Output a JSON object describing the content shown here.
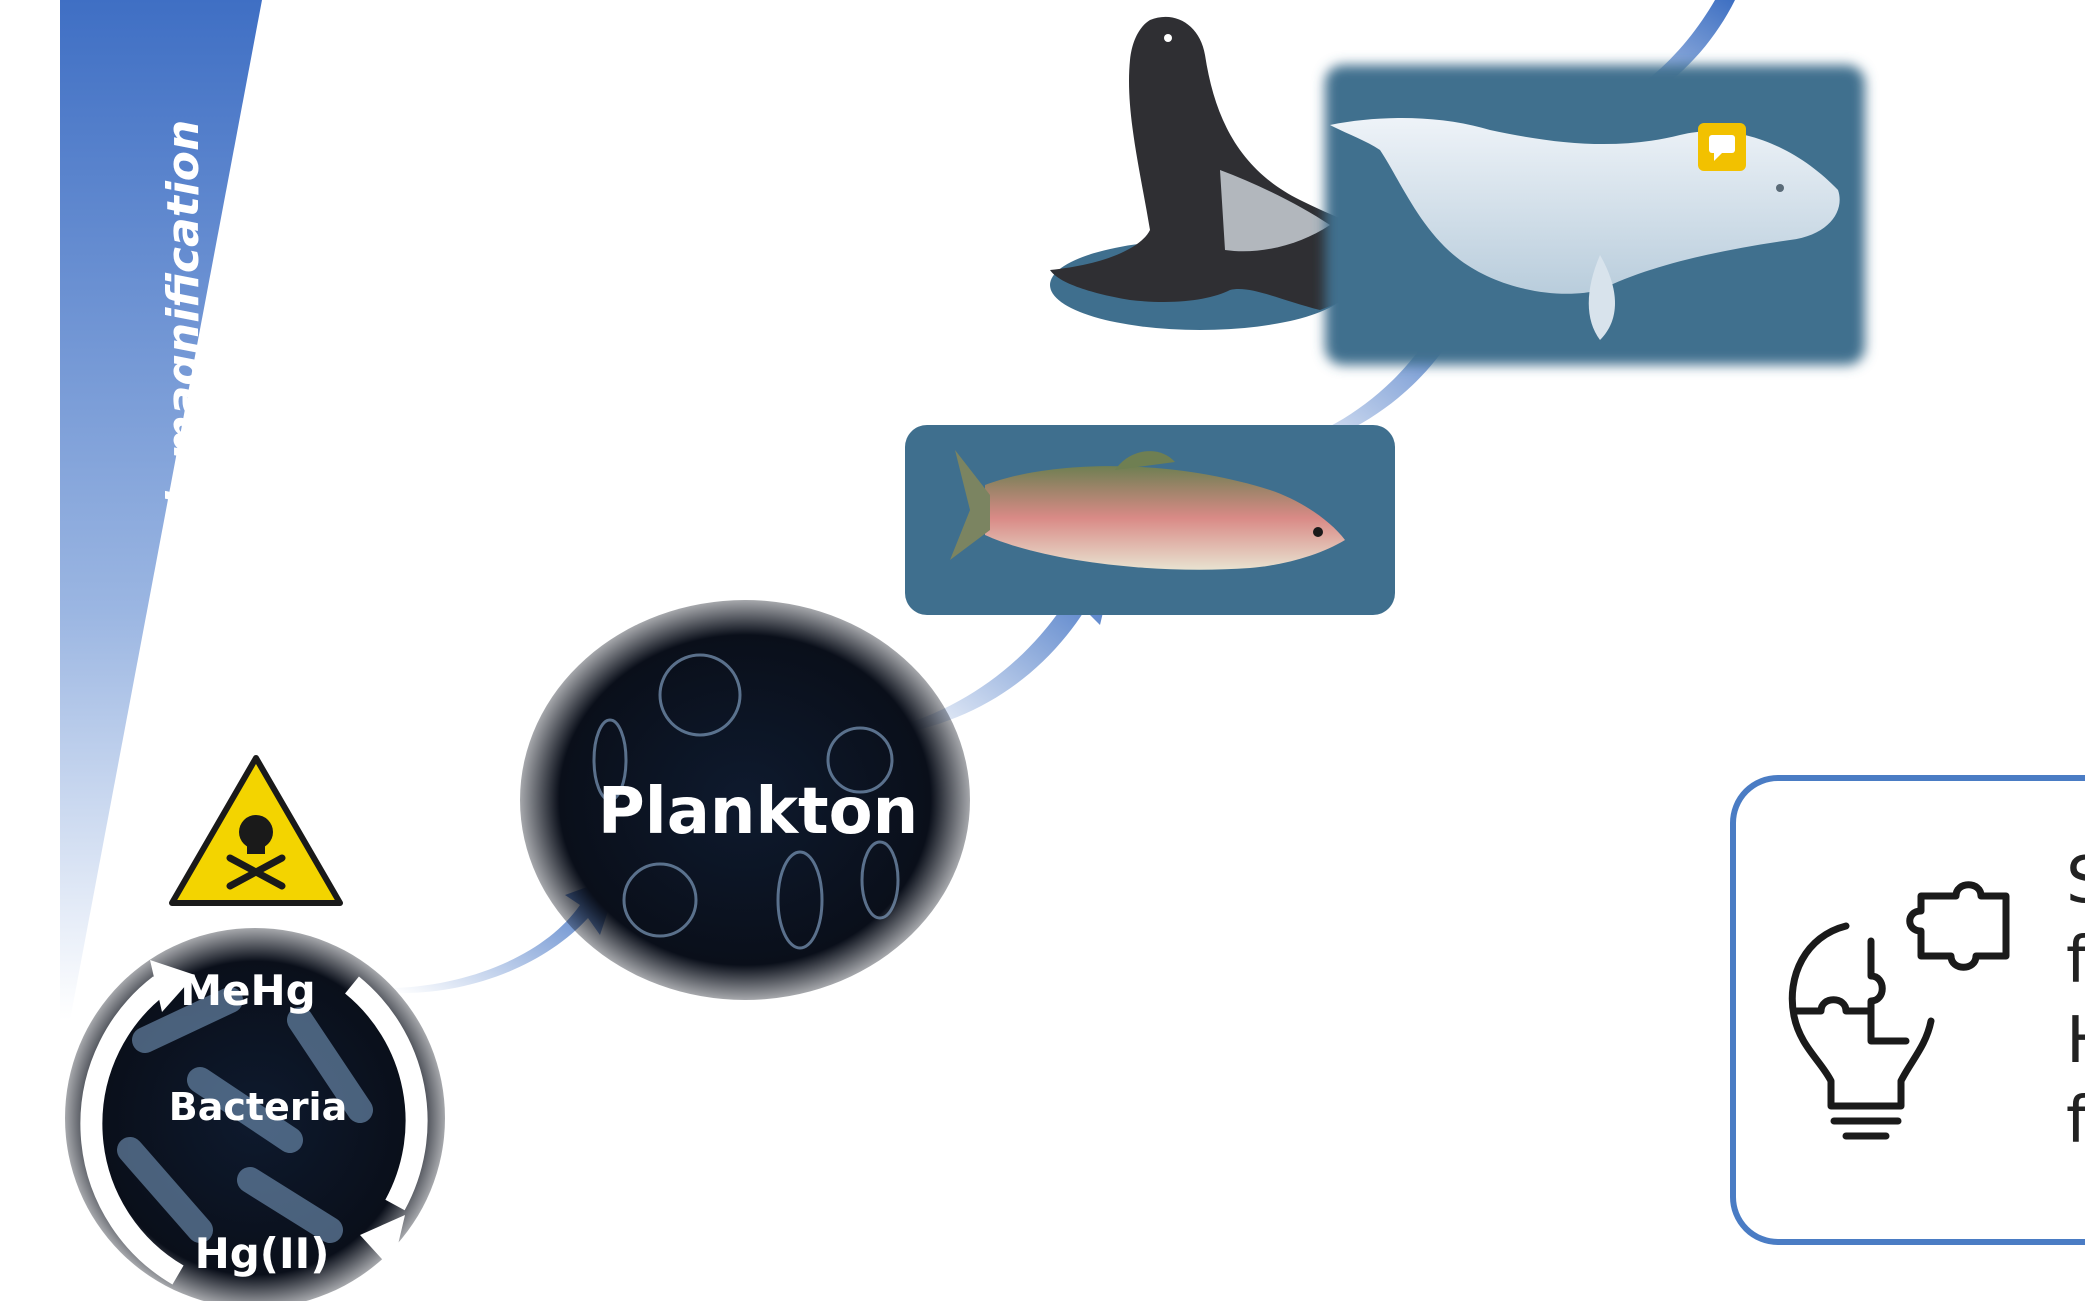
{
  "diagram": {
    "axis_label": "Biomagnification",
    "nodes": {
      "bacteria": {
        "label": "Bacteria"
      },
      "mehg": {
        "label": "MeHg"
      },
      "hg2": {
        "label": "Hg(II)"
      },
      "plankton": {
        "label": "Plankton"
      }
    },
    "callout": {
      "lines": [
        "S",
        "f",
        "H",
        "f"
      ]
    },
    "colors": {
      "arrow": "#3d6fc2",
      "water_panel": "#3f6f8e",
      "callout_border": "#4a7cc4",
      "hazard": "#f3d400",
      "comment_badge": "#f2c100"
    },
    "icons": [
      "hazard-skull-icon",
      "comment-icon",
      "lightbulb-puzzle-icon"
    ]
  }
}
